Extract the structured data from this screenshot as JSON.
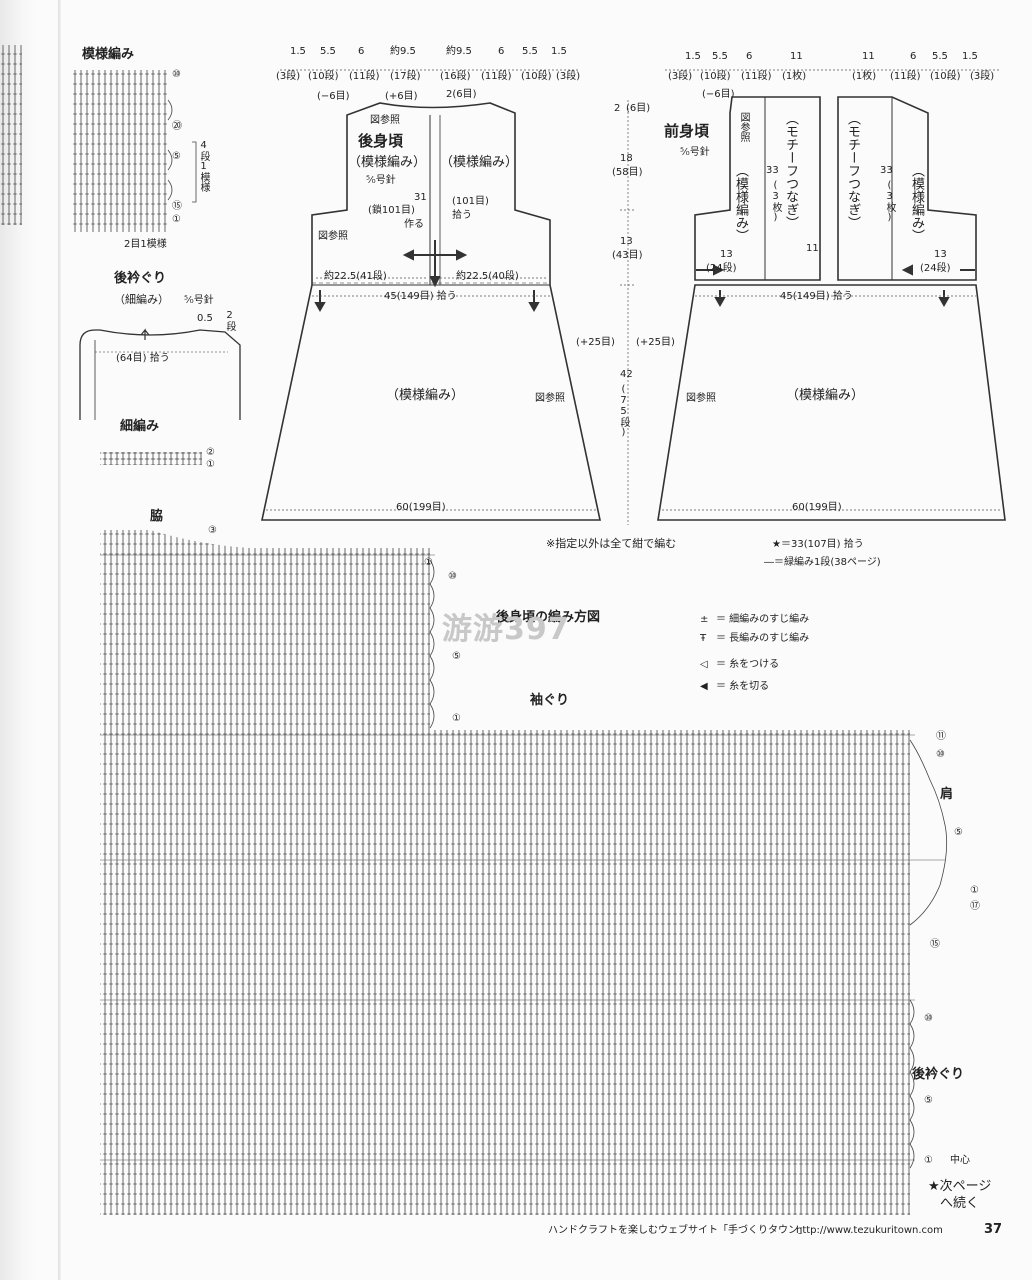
{
  "left_column": {
    "pattern_title": "模様編み",
    "pattern_marks": [
      "⑩",
      "⑳",
      "⑤",
      "⑮",
      "①"
    ],
    "pattern_side": "4段1模様",
    "pattern_repeat": "2目1模様",
    "neck_title": "後衿ぐり",
    "neck_sub": "（細編み）",
    "neck_hook": "⁵⁄₀号針",
    "neck_dim": "0.5",
    "neck_rows": "2段",
    "neck_stitch": "(64目) 拾う",
    "sc_title": "細編み",
    "sc_marks": [
      "②",
      "①"
    ]
  },
  "back_panel": {
    "top_dims": [
      "1.5",
      "5.5",
      "6",
      "約9.5",
      "約9.5",
      "6",
      "5.5",
      "1.5"
    ],
    "top_rows": [
      "(3段)",
      "(10段)",
      "(11段)",
      "(17段)",
      "(16段)",
      "(11段)",
      "(10段)",
      "(3段)"
    ],
    "dec": "(−6目)",
    "inc": "(+6目)",
    "neck_note": "2(6目)",
    "ref1": "図参照",
    "title": "後身頃",
    "pat_left": "（模様編み）",
    "pat_right": "（模様編み）",
    "hook": "⁵⁄₀号針",
    "center_num": "31",
    "chain": "(鎖101目)",
    "make": "作る",
    "center_pick": "(101目)",
    "pick": "拾う",
    "ref2": "図参照",
    "left_width": "約22.5(41段)",
    "right_width": "約22.5(40段)",
    "waist": "45(149目) 拾う",
    "skirt_pat": "（模様編み）",
    "skirt_ref": "図参照",
    "hem": "60(199目)"
  },
  "mid_dims": {
    "top": "2",
    "top_rows": "(6目)",
    "d18": "18",
    "d18r": "(58目)",
    "d13": "13",
    "d13r": "(43目)",
    "inc_l": "(+25目)",
    "inc_r": "(+25目)",
    "d42": "42",
    "d42r": "(75段)"
  },
  "front_panel": {
    "top_dims": [
      "1.5",
      "5.5",
      "6",
      "11",
      "11",
      "6",
      "5.5",
      "1.5"
    ],
    "top_rows": [
      "(3段)",
      "(10段)",
      "(11段)",
      "(1枚)",
      "(1枚)",
      "(11段)",
      "(10段)",
      "(3段)"
    ],
    "dec": "(−6目)",
    "title": "前身頃",
    "hook": "⁵⁄₀号針",
    "ref": "図参照",
    "motif_l": "（モチーフつなぎ）",
    "motif_r": "（モチーフつなぎ）",
    "pat_l": "（模様編み）",
    "pat_r": "（模様編み）",
    "cnt_l": "33",
    "cnt_l2": "(3枚)",
    "cnt_r": "33",
    "cnt_r2": "(3枚)",
    "eleven": "11",
    "side_l": "13",
    "side_lr": "(24段)",
    "side_r": "13",
    "side_rr": "(24段)",
    "waist": "45(149目) 拾う",
    "skirt_ref": "図参照",
    "skirt_pat": "（模様編み）",
    "hem": "60(199目)"
  },
  "notes": {
    "n1": "※指定以外は全て紺で編む",
    "n2": "★＝33(107目) 拾う",
    "n3": "―＝緑編み1段(38ページ)"
  },
  "chart": {
    "side_label": "脇",
    "title": "後身頃の編み方図",
    "armhole": "袖ぐり",
    "shoulder": "肩",
    "back_neck": "後衿ぐり",
    "center": "中心",
    "continue1": "★次ページ",
    "continue2": "へ続く",
    "legend": [
      {
        "sym": "±",
        "text": "＝ 細編みのすじ編み"
      },
      {
        "sym": "Ŧ",
        "text": "＝ 長編みのすじ編み"
      },
      {
        "sym": "◁",
        "text": "＝ 糸をつける"
      },
      {
        "sym": "◀",
        "text": "＝ 糸を切る"
      }
    ],
    "marks": [
      "③",
      "①",
      "⑩",
      "⑤",
      "①",
      "⑪",
      "⑩",
      "⑤",
      "①",
      "⑰",
      "⑮",
      "⑩",
      "⑤",
      "①"
    ]
  },
  "watermark": "游游397",
  "footer": {
    "site": "ハンドクラフトを楽しむウェブサイト「手づくりタウン」",
    "url": "http://www.tezukuritown.com",
    "page": "37"
  }
}
